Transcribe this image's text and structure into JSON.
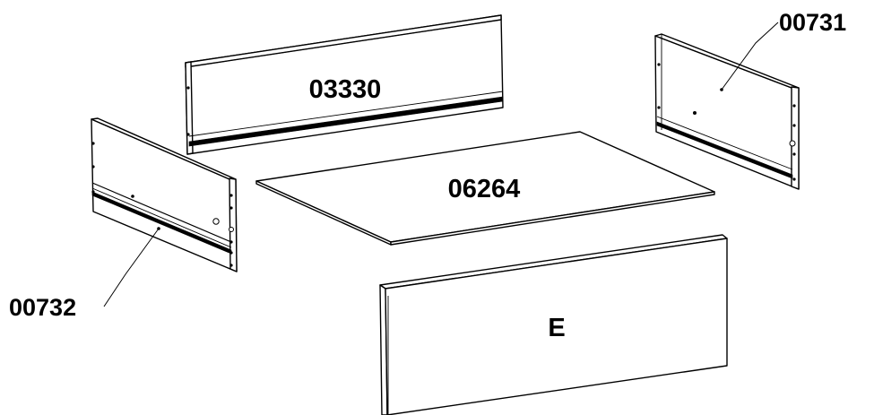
{
  "parts": {
    "back_panel": {
      "code": "03330"
    },
    "side_right": {
      "code": "00731"
    },
    "side_left": {
      "code": "00732"
    },
    "bottom_panel": {
      "code": "06264"
    },
    "front_panel": {
      "code": "E"
    }
  }
}
